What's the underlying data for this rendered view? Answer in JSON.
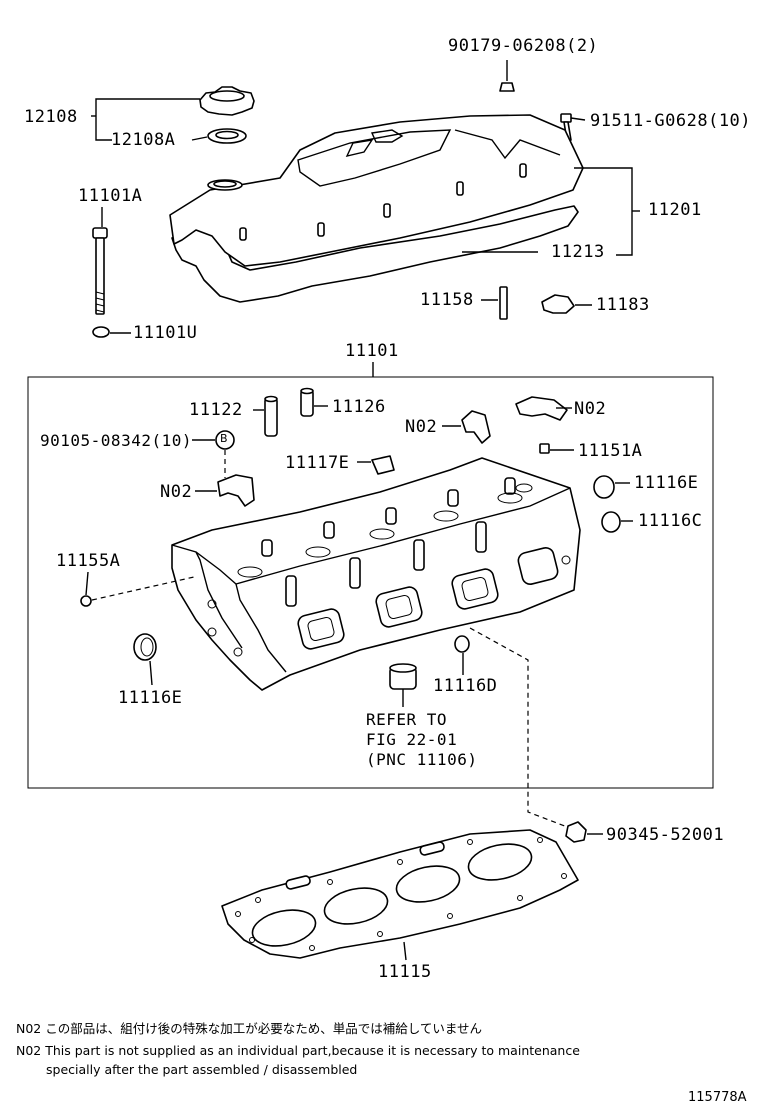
{
  "labels": {
    "p90179": "90179-06208(2)",
    "p12108": "12108",
    "p12108a": "12108A",
    "p91511": "91511-G0628(10)",
    "p11101a": "11101A",
    "p11201": "11201",
    "p11213": "11213",
    "p11158": "11158",
    "p11183": "11183",
    "p11101u": "11101U",
    "p11101": "11101",
    "p11122": "11122",
    "p11126": "11126",
    "p90105": "90105-08342(10)",
    "p90105_circle": "B",
    "n02_a": "N02",
    "n02_b": "N02",
    "n02_c": "N02",
    "p11151a": "11151A",
    "p11117e": "11117E",
    "p11116e_r": "11116E",
    "p11116c": "11116C",
    "p11155a": "11155A",
    "p11116e_l": "11116E",
    "p11116d": "11116D",
    "refer_1": "REFER TO",
    "refer_2": "FIG 22-01",
    "refer_3": "(PNC 11106)",
    "p90345": "90345-52001",
    "p11115": "11115"
  },
  "notes": {
    "jp": "N02 この部品は、組付け後の特殊な加工が必要なため、単品では補給していません",
    "en_1": "N02 This part is not supplied as an individual part,because it is necessary to maintenance",
    "en_2": "specially after the part assembled / disassembled"
  },
  "figure_id": "115778A"
}
